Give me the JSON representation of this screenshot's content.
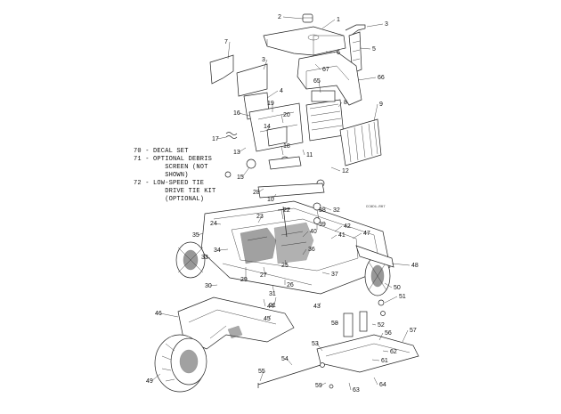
{
  "legend": [
    {
      "id": "70",
      "text": "70 - DECAL SET"
    },
    {
      "id": "71",
      "text": "71 - OPTIONAL DEBRIS\n        SCREEN (NOT\n        SHOWN)"
    },
    {
      "id": "72",
      "text": "72 - LOW-SPEED TIE\n        DRIVE TIE KIT\n        (OPTIONAL)"
    }
  ],
  "reference_code": "CC8D1-R07",
  "callouts": [
    {
      "label": "2"
    },
    {
      "label": "1"
    },
    {
      "label": "3"
    },
    {
      "label": "5"
    },
    {
      "label": "7"
    },
    {
      "label": "3"
    },
    {
      "label": "4"
    },
    {
      "label": "67"
    },
    {
      "label": "6"
    },
    {
      "label": "66"
    },
    {
      "label": "65"
    },
    {
      "label": "8"
    },
    {
      "label": "9"
    },
    {
      "label": "16"
    },
    {
      "label": "19"
    },
    {
      "label": "14"
    },
    {
      "label": "17"
    },
    {
      "label": "13"
    },
    {
      "label": "11"
    },
    {
      "label": "12"
    },
    {
      "label": "15"
    },
    {
      "label": "18"
    },
    {
      "label": "10"
    },
    {
      "label": "28"
    },
    {
      "label": "22"
    },
    {
      "label": "35"
    },
    {
      "label": "33"
    },
    {
      "label": "24"
    },
    {
      "label": "34"
    },
    {
      "label": "47"
    },
    {
      "label": "48"
    },
    {
      "label": "50"
    },
    {
      "label": "51"
    },
    {
      "label": "46"
    },
    {
      "label": "49"
    },
    {
      "label": "29"
    },
    {
      "label": "30"
    },
    {
      "label": "31"
    },
    {
      "label": "21"
    },
    {
      "label": "45"
    },
    {
      "label": "43"
    },
    {
      "label": "52"
    },
    {
      "label": "53"
    },
    {
      "label": "54"
    },
    {
      "label": "55"
    },
    {
      "label": "56"
    },
    {
      "label": "57"
    },
    {
      "label": "58"
    },
    {
      "label": "59"
    },
    {
      "label": "61"
    },
    {
      "label": "62"
    },
    {
      "label": "63"
    },
    {
      "label": "64"
    },
    {
      "label": "38"
    },
    {
      "label": "39"
    },
    {
      "label": "40"
    },
    {
      "label": "41"
    },
    {
      "label": "42"
    },
    {
      "label": "36"
    },
    {
      "label": "37"
    },
    {
      "label": "32"
    },
    {
      "label": "27"
    },
    {
      "label": "26"
    },
    {
      "label": "25"
    },
    {
      "label": "44"
    },
    {
      "label": "23"
    },
    {
      "label": "20"
    }
  ]
}
